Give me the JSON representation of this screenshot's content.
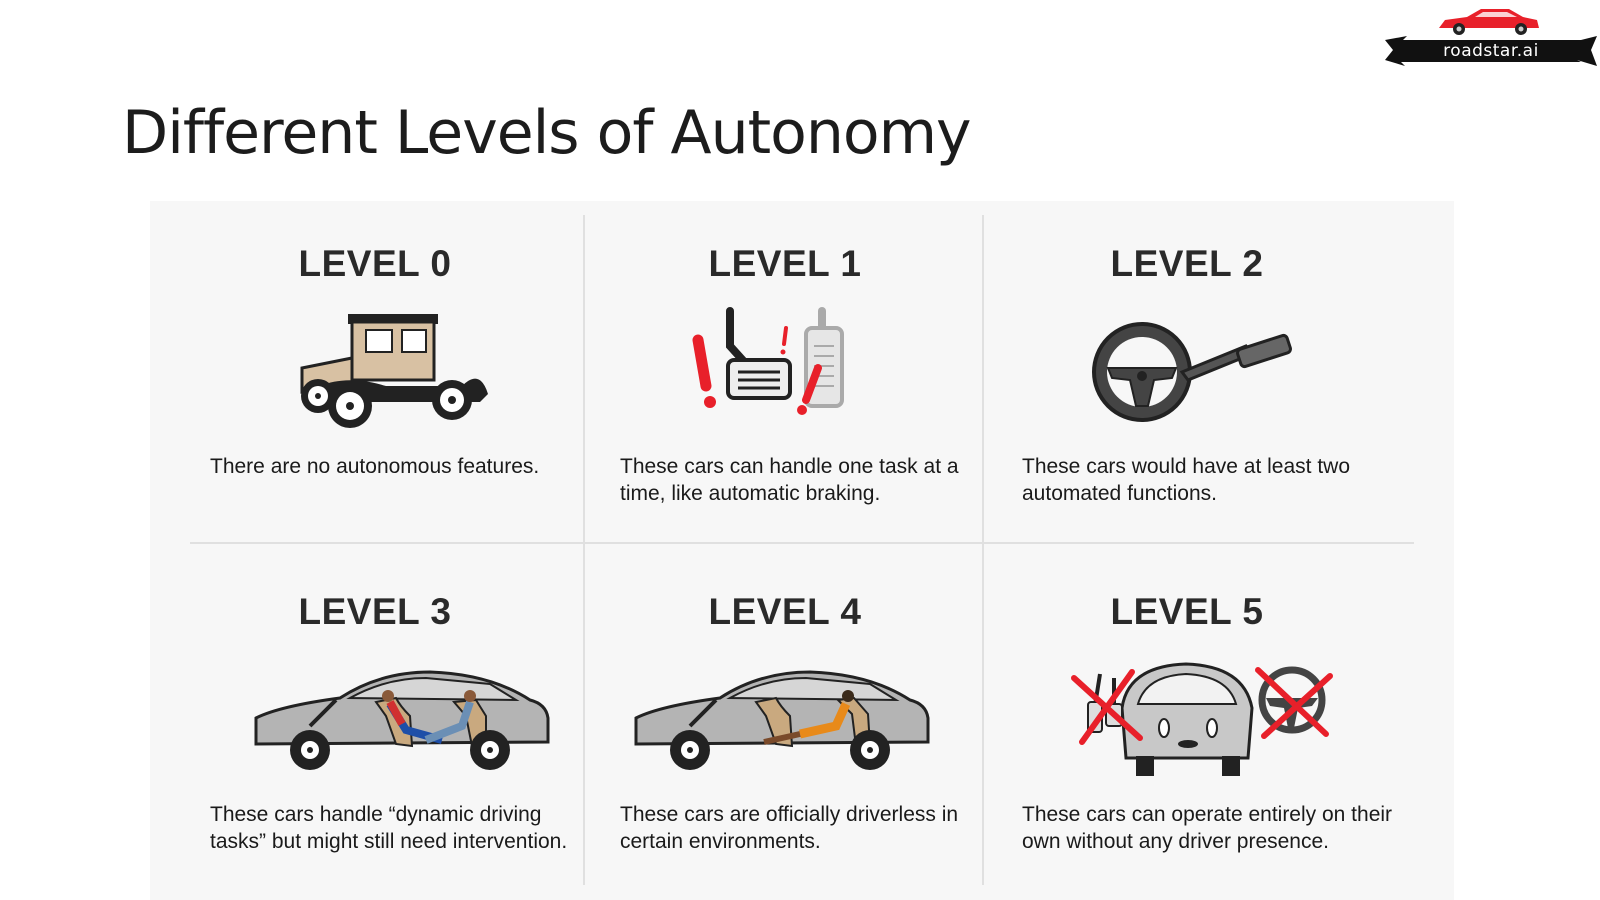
{
  "brand": {
    "name": "roadstar.ai",
    "logo_icon": "red-sports-car-icon"
  },
  "slide": {
    "title": "Different Levels of Autonomy"
  },
  "colors": {
    "accent_red": "#e8202a",
    "car_gray": "#b4b4b4",
    "panel_bg": "#f7f7f7",
    "title_text": "#2a2a2a"
  },
  "levels": [
    {
      "title": "LEVEL 0",
      "description": "There are no autonomous features.",
      "icon": "vintage-car-icon"
    },
    {
      "title": "LEVEL 1",
      "description": "These cars can handle one task at a time, like automatic braking.",
      "icon": "pedals-alert-icon"
    },
    {
      "title": "LEVEL 2",
      "description": "These cars would have at least two automated functions.",
      "icon": "steering-wheel-stalk-icon"
    },
    {
      "title": "LEVEL 3",
      "description": "These cars handle “dynamic driving tasks” but might still need intervention.",
      "icon": "sedan-passengers-icon"
    },
    {
      "title": "LEVEL 4",
      "description": "These cars are officially driverless in certain environments.",
      "icon": "sedan-reclined-driver-icon"
    },
    {
      "title": "LEVEL 5",
      "description": "These cars can operate entirely on their own without any driver presence.",
      "icon": "driverless-pod-icon"
    }
  ]
}
